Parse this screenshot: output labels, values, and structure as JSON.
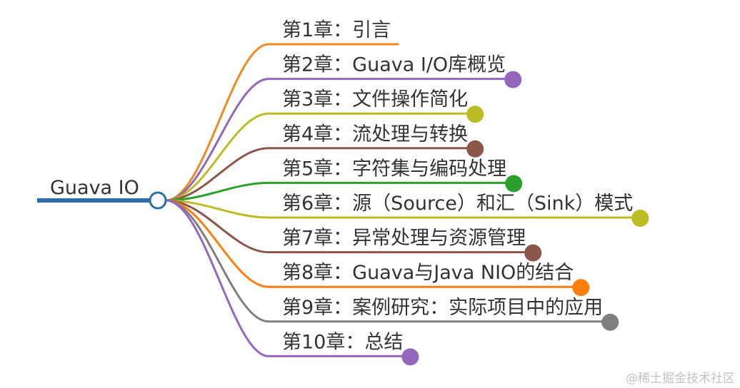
{
  "root": {
    "label": "Guava IO",
    "color": "#2c6fa7"
  },
  "branches": [
    {
      "label": "第1章：引言",
      "color": "#f0891e"
    },
    {
      "label": "第2章：Guava I/O库概览",
      "color": "#9467bd"
    },
    {
      "label": "第3章：文件操作简化",
      "color": "#bcbd22"
    },
    {
      "label": "第4章：流处理与转换",
      "color": "#8c564b"
    },
    {
      "label": "第5章：字符集与编码处理",
      "color": "#2ca02c"
    },
    {
      "label": "第6章：源（Source）和汇（Sink）模式",
      "color": "#bcbd22"
    },
    {
      "label": "第7章：异常处理与资源管理",
      "color": "#8c564b"
    },
    {
      "label": "第8章：Guava与Java NIO的结合",
      "color": "#ff7f0e"
    },
    {
      "label": "第9章：案例研究：实际项目中的应用",
      "color": "#7f7f7f"
    },
    {
      "label": "第10章：总结",
      "color": "#9467bd"
    }
  ],
  "watermark": "@稀土掘金技术社区"
}
